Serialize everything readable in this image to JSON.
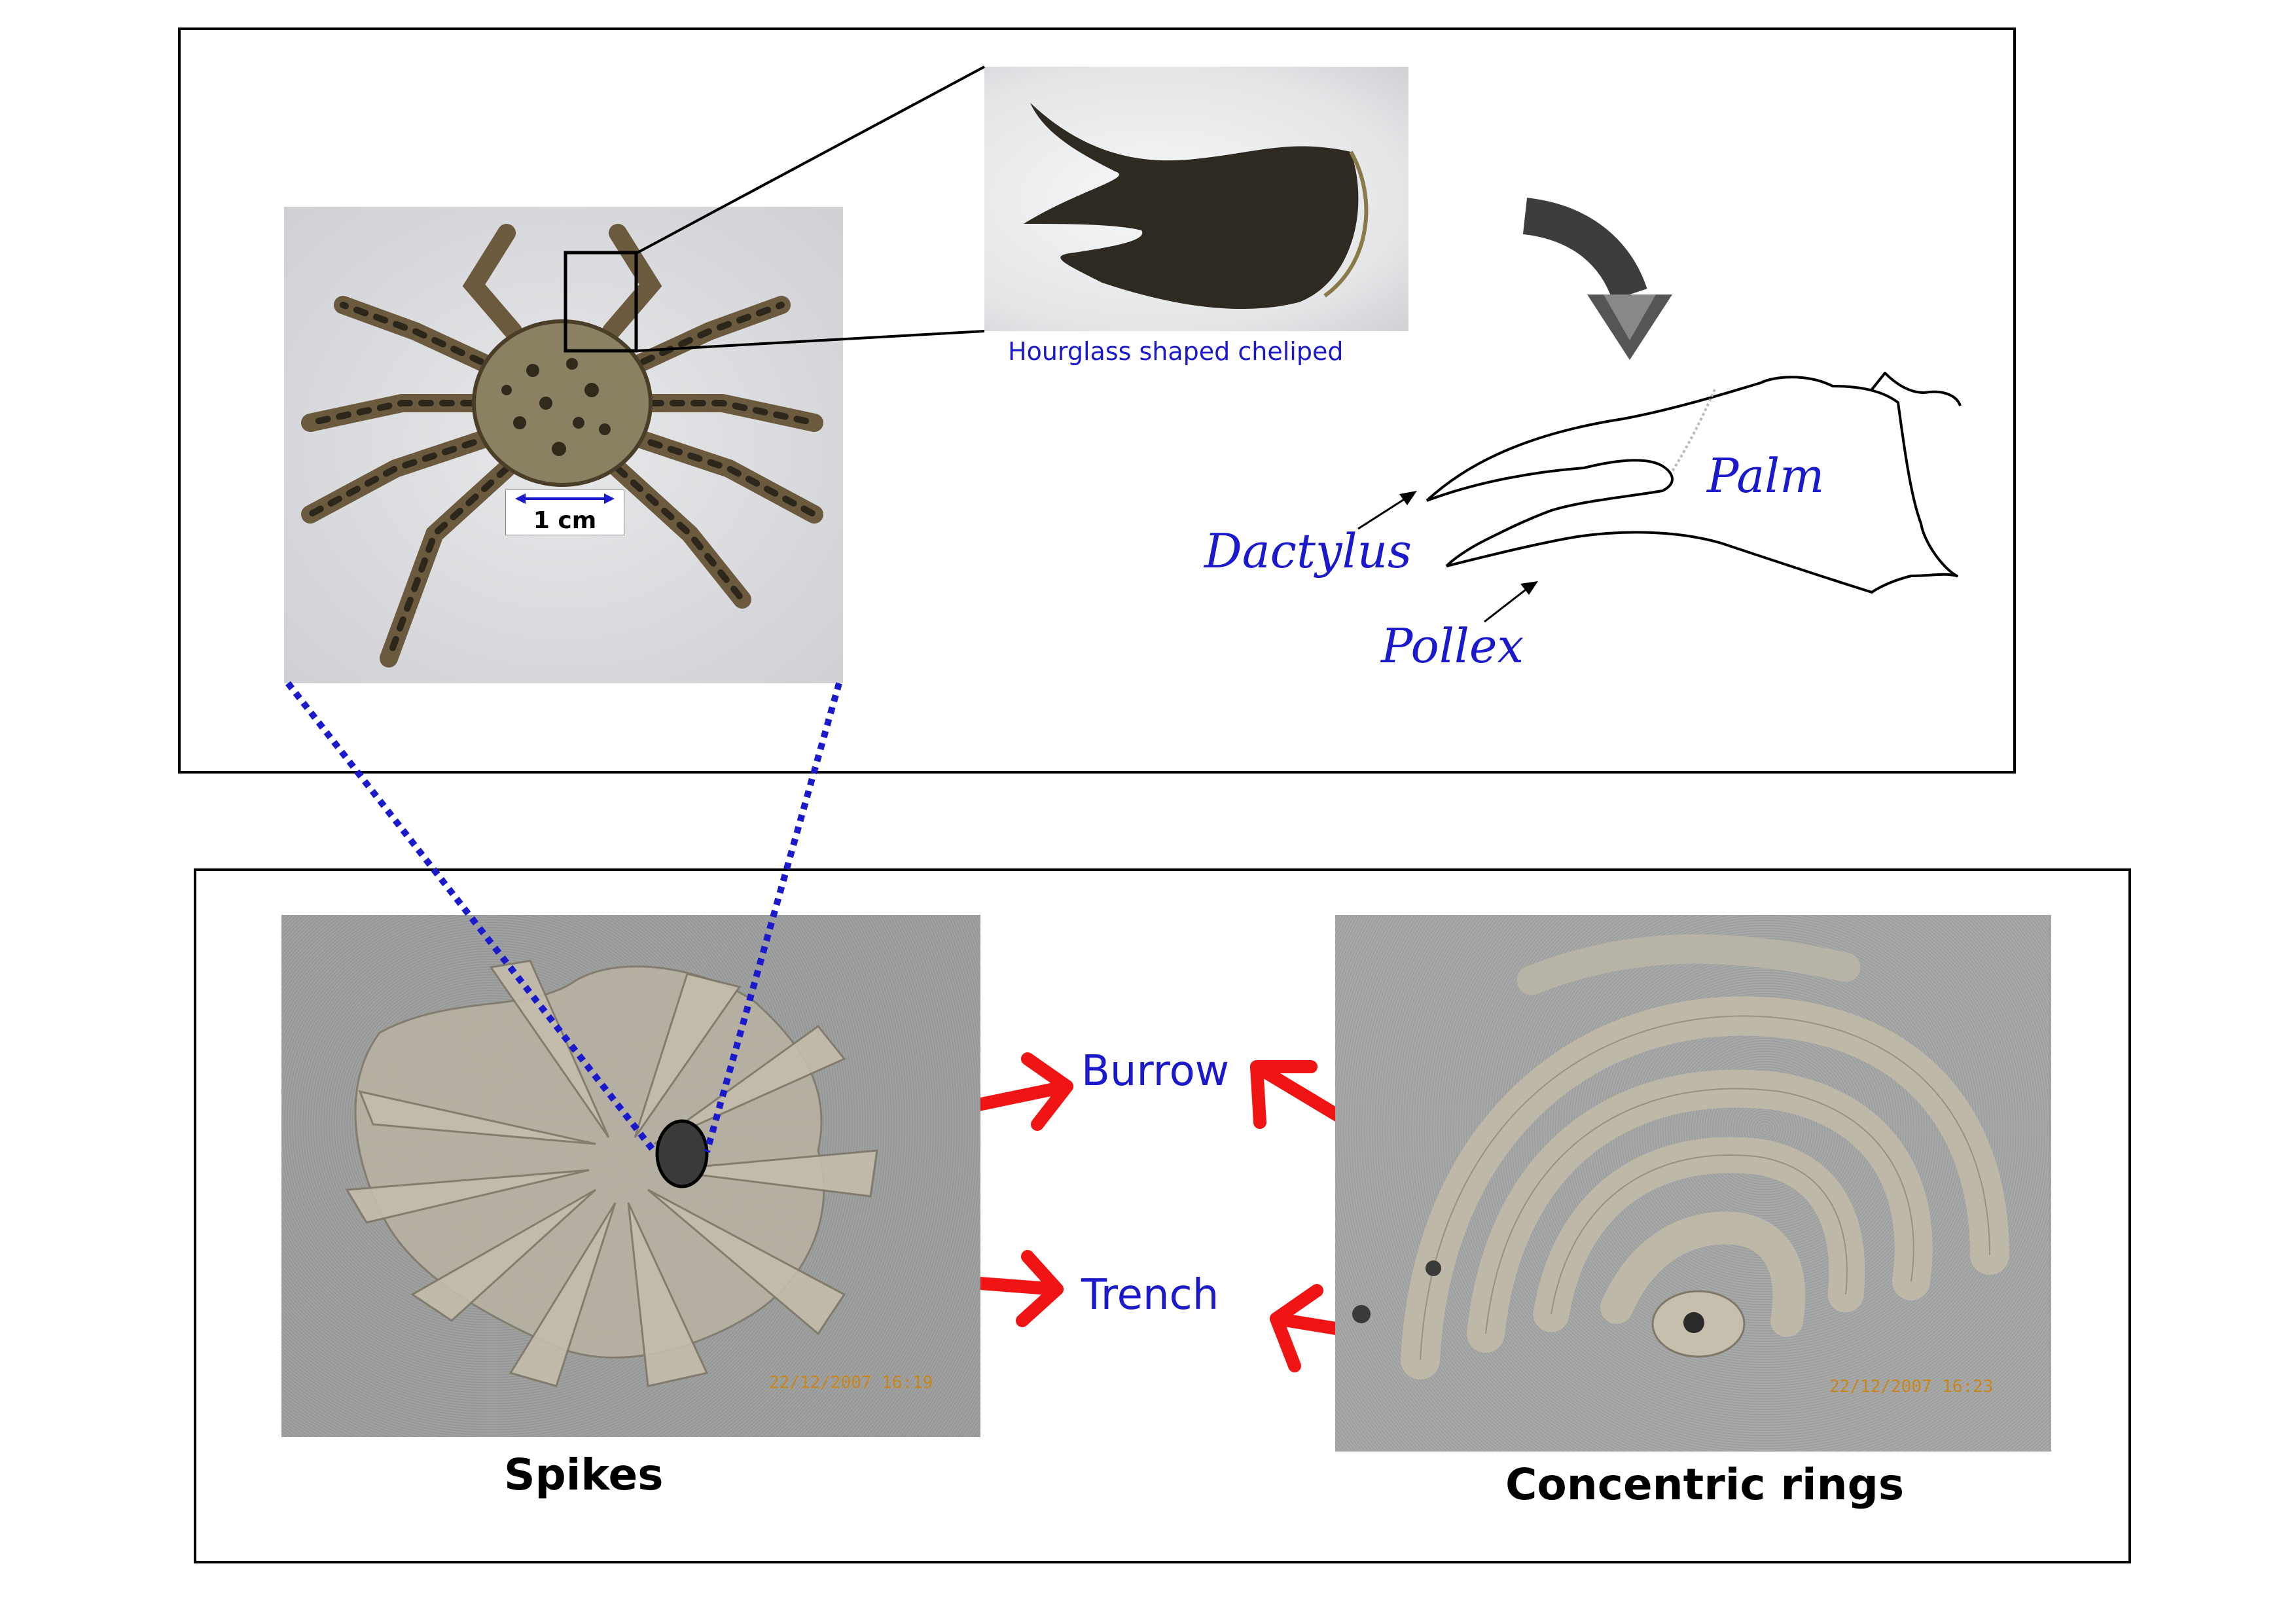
{
  "top_panel": {
    "scale_bar_label": "1 cm",
    "cheliped_caption": "Hourglass shaped cheliped",
    "labels": {
      "dactylus": "Dactylus",
      "palm": "Palm",
      "pollex": "Pollex"
    }
  },
  "bottom_panel": {
    "left_photo_caption": "Spikes",
    "right_photo_caption": "Concentric rings",
    "left_timestamp": "22/12/2007  16:19",
    "right_timestamp": "22/12/2007  16:23",
    "labels": {
      "burrow": "Burrow",
      "trench": "Trench"
    }
  },
  "colors": {
    "label_blue": "#1a1acc",
    "arrow_red": "#f01414",
    "dotted_blue": "#1a1acc",
    "border": "#000000"
  }
}
